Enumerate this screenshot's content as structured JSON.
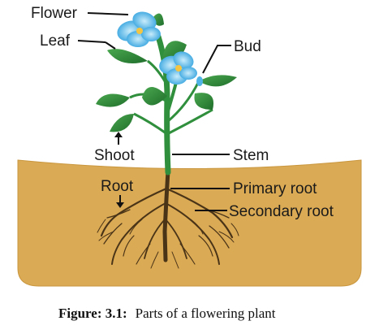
{
  "labels": {
    "flower": "Flower",
    "leaf": "Leaf",
    "bud": "Bud",
    "shoot": "Shoot",
    "stem": "Stem",
    "root": "Root",
    "primary_root": "Primary root",
    "secondary_root": "Secondary root"
  },
  "caption": {
    "prefix": "Figure: 3.1:",
    "text": "Parts of a flowering plant"
  },
  "colors": {
    "soil": "#DBAA54",
    "soil_edge": "#C9973F",
    "leaf": "#2E8B3A",
    "leaf_dark": "#1E6B2A",
    "stem": "#2F8F3C",
    "petal": "#4FB3E6",
    "petal_light": "#9AD8F5",
    "root": "#4A3418"
  }
}
